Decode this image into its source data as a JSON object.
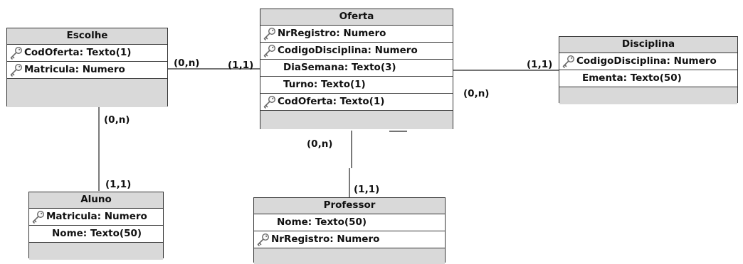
{
  "entities": {
    "escolhe": {
      "title": "Escolhe",
      "attrs": [
        {
          "text": "CodOferta: Texto(1)",
          "key": true
        },
        {
          "text": "Matricula: Numero",
          "key": true
        }
      ]
    },
    "oferta": {
      "title": "Oferta",
      "attrs": [
        {
          "text": "NrRegistro: Numero",
          "key": true
        },
        {
          "text": "CodigoDisciplina: Numero",
          "key": true
        },
        {
          "text": "DiaSemana: Texto(3)",
          "key": false
        },
        {
          "text": "Turno: Texto(1)",
          "key": false
        },
        {
          "text": "CodOferta: Texto(1)",
          "key": true
        }
      ]
    },
    "disciplina": {
      "title": "Disciplina",
      "attrs": [
        {
          "text": "CodigoDisciplina: Numero",
          "key": true
        },
        {
          "text": "Ementa: Texto(50)",
          "key": false
        }
      ]
    },
    "aluno": {
      "title": "Aluno",
      "attrs": [
        {
          "text": "Matricula: Numero",
          "key": true
        },
        {
          "text": "Nome: Texto(50)",
          "key": false
        }
      ]
    },
    "professor": {
      "title": "Professor",
      "attrs": [
        {
          "text": "Nome: Texto(50)",
          "key": false
        },
        {
          "text": "NrRegistro: Numero",
          "key": true
        }
      ]
    }
  },
  "cardinalities": {
    "escolhe_oferta_near_escolhe": "(0,n)",
    "escolhe_oferta_near_oferta": "(1,1)",
    "oferta_disciplina_near_disciplina": "(1,1)",
    "oferta_disciplina_near_oferta": "(0,n)",
    "escolhe_aluno_near_escolhe": "(0,n)",
    "escolhe_aluno_near_aluno": "(1,1)",
    "oferta_professor_near_oferta": "(0,n)",
    "oferta_professor_near_professor": "(1,1)"
  },
  "icons": {
    "primary_key": "key-icon"
  },
  "colors": {
    "header": "#d9d9d9",
    "border": "#333333",
    "line": "#222222"
  }
}
